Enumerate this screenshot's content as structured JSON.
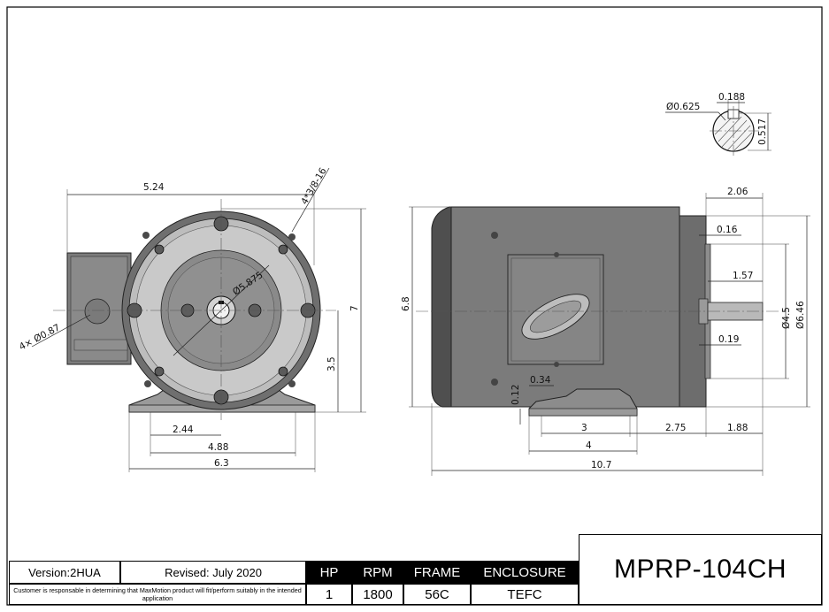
{
  "drawing": {
    "front_dims": {
      "width_top": "5.24",
      "thread": "4*3/8-16",
      "bolt_circle": "Ø5.875",
      "height_total": "7",
      "shaft_height": "3.5",
      "holes": "4× Ø0.87",
      "base_half": "2.44",
      "base_mount": "4.88",
      "base_total": "6.3"
    },
    "side_dims": {
      "height": "6.8",
      "shaft_ext": "2.06",
      "face": "0.16",
      "key_len": "1.57",
      "pilot": "Ø4.5",
      "face_dia": "Ø6.46",
      "shoulder": "0.19",
      "foot_t": "0.12",
      "slot": "0.34",
      "foot_mount": "3",
      "foot_to_face": "2.75",
      "shaft_len": "1.88",
      "foot_total": "4",
      "overall": "10.7"
    },
    "shaft_section": {
      "diameter": "Ø0.625",
      "key_width": "0.188",
      "key_depth": "0.517"
    }
  },
  "title_block": {
    "version": "Version:2HUA",
    "revised": "Revised: July 2020",
    "disclaimer": "Customer is responsable in determining that MaxMotion product will fit/perform suitably in the intended application",
    "headers": [
      "HP",
      "RPM",
      "FRAME",
      "ENCLOSURE"
    ],
    "values": [
      "1",
      "1800",
      "56C",
      "TEFC"
    ],
    "model": "MPRP-104CH"
  }
}
